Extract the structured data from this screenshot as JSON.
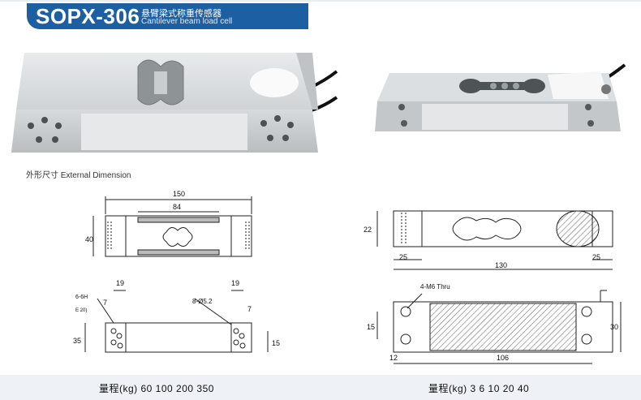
{
  "header": {
    "model": "SOPX-306",
    "title_cn": "悬臂梁式称重传感器",
    "title_en": "Cantilever beam load cell"
  },
  "section_label": "外形尺寸 External Dimension",
  "left_drawing": {
    "dims": [
      "150",
      "84",
      "40",
      "6-6H",
      "7",
      "E 20)",
      "19",
      "8-Ø5.2",
      "19",
      "7",
      "35",
      "15"
    ]
  },
  "right_drawing": {
    "dims": [
      "22",
      "25",
      "25",
      "130",
      "4-M6 Thru",
      "15",
      "30",
      "12",
      "106"
    ]
  },
  "captions": {
    "left": "量程(kg)  60  100  200  350",
    "right": "量程(kg)  3  6  10  20  40"
  },
  "colors": {
    "brand": "#1d5fa3",
    "metal": "#cfd3d6",
    "line": "#222222"
  },
  "icons": [
    "load-cell-photo-large",
    "load-cell-photo-small"
  ]
}
